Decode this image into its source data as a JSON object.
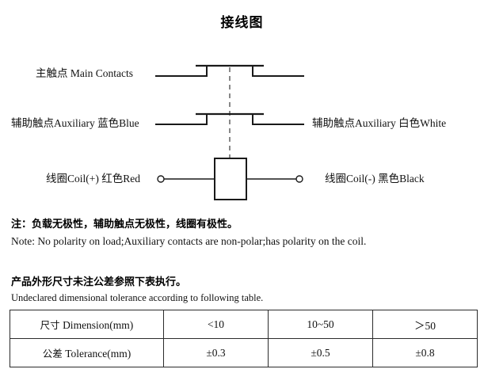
{
  "title": "接线图",
  "diagram": {
    "labels": {
      "main_contacts": "主触点 Main Contacts",
      "aux_left": "辅助触点Auxiliary 蓝色Blue",
      "aux_right": "辅助触点Auxiliary 白色White",
      "coil_positive": "线圈Coil(+) 红色Red",
      "coil_negative": "线圈Coil(-) 黑色Black"
    },
    "line_color": "#1a1a1a",
    "dashed_color": "#6b6b6b"
  },
  "notes": {
    "polarity_cjk": "注：负载无极性，辅助触点无极性，线圈有极性。",
    "polarity_en": "Note: No polarity on load;Auxiliary contacts are non-polar;has polarity on the coil.",
    "tolerance_cjk": "产品外形尺寸未注公差参照下表执行。",
    "tolerance_en": "Undeclared dimensional tolerance according to following table."
  },
  "table": {
    "rows": [
      {
        "header": "尺寸 Dimension(mm)",
        "header_cjk": "尺寸",
        "header_en": " Dimension(mm)",
        "values": [
          "<10",
          "10~50",
          "＞50"
        ]
      },
      {
        "header": "公差 Tolerance(mm)",
        "header_cjk": "公差",
        "header_en": " Tolerance(mm)",
        "values": [
          "±0.3",
          "±0.5",
          "±0.8"
        ]
      }
    ]
  }
}
